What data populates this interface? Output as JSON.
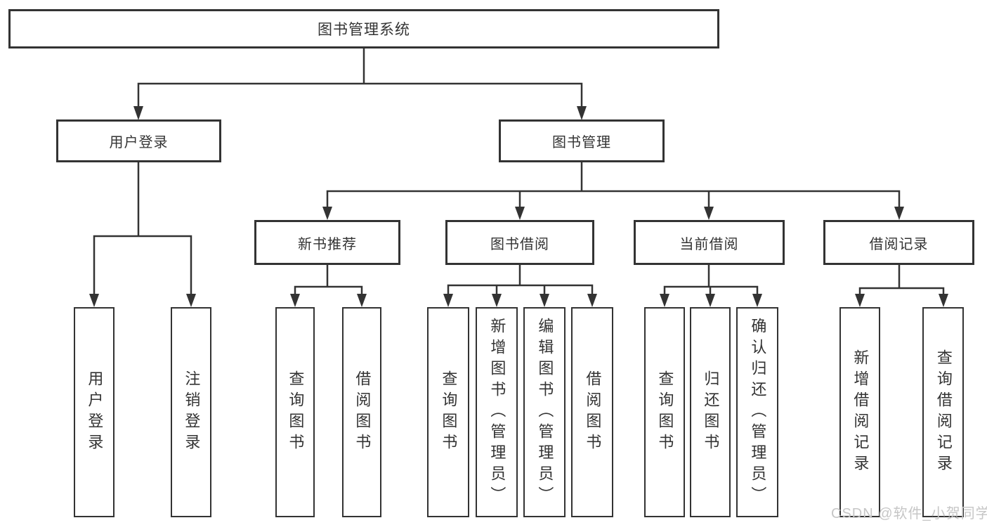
{
  "diagram_title": "图书管理系统",
  "colors": {
    "line": "#333333",
    "box_border": "#333333",
    "box_fill": "#ffffff",
    "background": "#ffffff",
    "watermark": "#c6c6c6"
  },
  "nodes": {
    "root": "图书管理系统",
    "user_login": "用户登录",
    "book_management": "图书管理",
    "new_book_recommend": "新书推荐",
    "book_borrow": "图书借阅",
    "current_borrow": "当前借阅",
    "borrow_record": "借阅记录",
    "leaf_user_login": "用户登录",
    "leaf_logout": "注销登录",
    "leaf_query_books_a": "查询图书",
    "leaf_borrow_books_a": "借阅图书",
    "leaf_query_books_b": "查询图书",
    "leaf_add_books_admin": "新增图书（管理员）",
    "leaf_edit_books_admin": "编辑图书（管理员）",
    "leaf_borrow_books_b": "借阅图书",
    "leaf_query_books_c": "查询图书",
    "leaf_return_books": "归还图书",
    "leaf_confirm_return_admin": "确认归还（管理员）",
    "leaf_add_borrow_record": "新增借阅记录",
    "leaf_query_borrow_record": "查询借阅记录"
  },
  "watermark": "CSDN @软件_小贺同学"
}
